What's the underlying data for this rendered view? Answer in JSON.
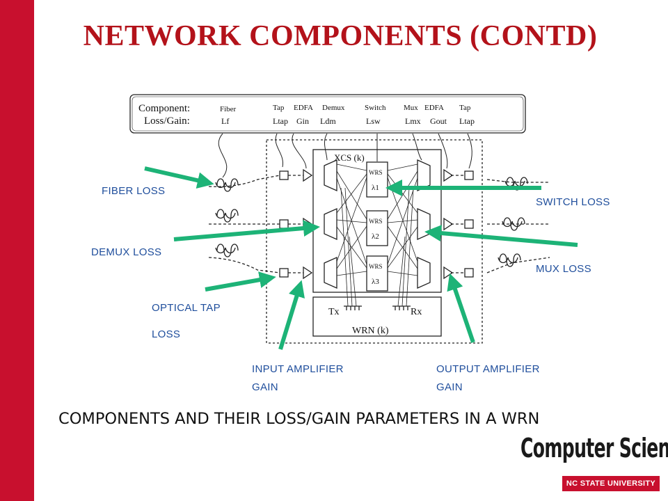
{
  "slide": {
    "title": "NETWORK COMPONENTS (CONTD)",
    "caption": "COMPONENTS AND THEIR LOSS/GAIN PARAMETERS IN A WRN"
  },
  "annotations": {
    "fiber_loss": "FIBER LOSS",
    "switch_loss": "SWITCH LOSS",
    "demux_loss": "DEMUX LOSS",
    "mux_loss": "MUX LOSS",
    "optical_tap_line1": "OPTICAL TAP",
    "optical_tap_line2": "LOSS",
    "input_amp_line1": "INPUT AMPLIFIER",
    "input_amp_line2": "GAIN",
    "output_amp_line1": "OUTPUT AMPLIFIER",
    "output_amp_line2": "GAIN"
  },
  "diagram": {
    "legend_label_line1": "Component:",
    "legend_label_line2": "Loss/Gain:",
    "components": [
      "Fiber",
      "Tap",
      "EDFA",
      "Demux",
      "Switch",
      "Mux",
      "EDFA",
      "Tap"
    ],
    "symbols": [
      "Lf",
      "Ltap",
      "Gin",
      "Ldm",
      "Lsw",
      "Lmx",
      "Gout",
      "Ltap"
    ],
    "xcs_label": "XCS (k)",
    "wrn_label": "WRN (k)",
    "tx_label": "Tx",
    "rx_label": "Rx",
    "wrs_label": "WRS",
    "wavelengths": [
      "λ1",
      "λ2",
      "λ3"
    ]
  },
  "logo": {
    "name": "Computer Science",
    "university": "NC STATE UNIVERSITY"
  },
  "colors": {
    "stripe": "#c8102e",
    "title": "#b3121a",
    "label": "#1f4e9c",
    "arrow": "#1db377"
  }
}
